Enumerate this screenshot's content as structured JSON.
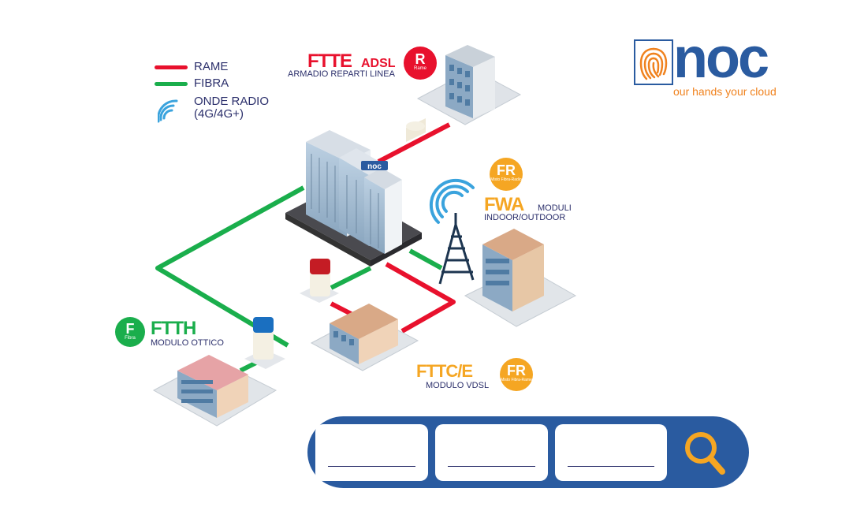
{
  "legend": {
    "items": [
      {
        "label": "RAME",
        "color": "#e8112d"
      },
      {
        "label": "FIBRA",
        "color": "#1aae4c"
      },
      {
        "label": "ONDE RADIO",
        "color": "#3aa3dd"
      }
    ],
    "radio_detail": "(4G/4G+)"
  },
  "ftte": {
    "title": "FTTE",
    "title_suffix": "ADSL",
    "subtitle": "ARMADIO REPARTI LINEA",
    "badge_letter": "R",
    "badge_caption": "Rame",
    "color": "#e8112d"
  },
  "fwa": {
    "title": "FWA",
    "title_suffix": "MODULI",
    "subtitle": "INDOOR/OUTDOOR",
    "badge_letter": "FR",
    "badge_caption": "Misto Fibra-Radio",
    "color": "#f5a623"
  },
  "ftth": {
    "title": "FTTH",
    "subtitle": "MODULO OTTICO",
    "badge_letter": "F",
    "badge_caption": "Fibra",
    "color": "#1aae4c"
  },
  "fttc": {
    "title": "FTTC/E",
    "subtitle": "MODULO VDSL",
    "badge_letter": "FR",
    "badge_caption": "Misto Fibra-Rame",
    "color": "#f5a623"
  },
  "logo": {
    "name": "noc",
    "tagline": "our hands your cloud",
    "brand_color": "#2a5ba0",
    "accent_color": "#f0821e"
  },
  "hq_sign": "noc",
  "search": {
    "fields": [
      "",
      "",
      ""
    ],
    "icon": "search-icon",
    "bar_color": "#2a5ba0",
    "icon_color": "#f5a623"
  }
}
